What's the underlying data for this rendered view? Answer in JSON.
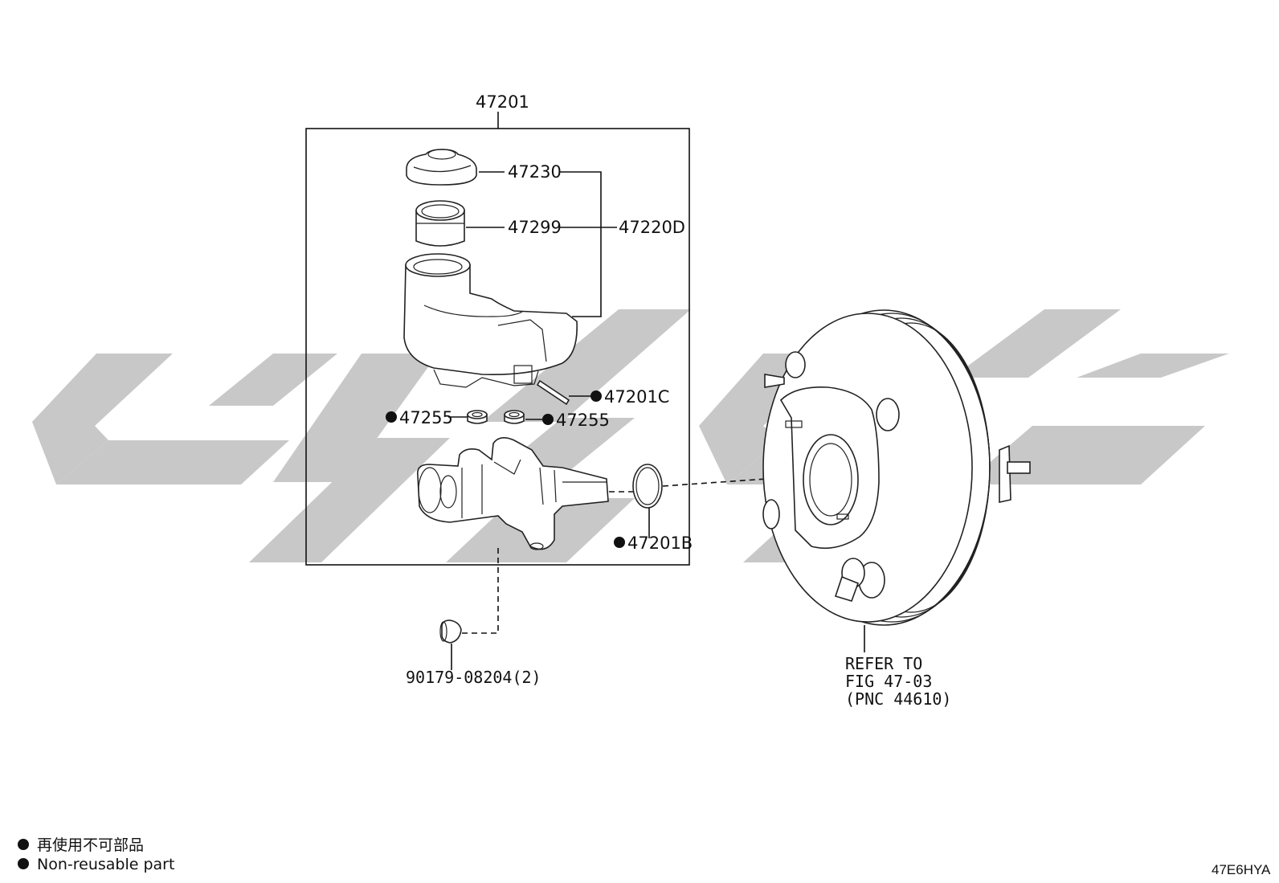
{
  "diagram": {
    "assembly_label": "47201",
    "parts": {
      "cap": "47230",
      "strainer": "47299",
      "reservoir_set": "47220D",
      "pin": "47201C",
      "grommet_left": "47255",
      "grommet_right": "47255",
      "o_ring": "47201B",
      "nut": "90179-08204(2)"
    },
    "reference": {
      "line1": "REFER TO",
      "line2": "FIG 47-03",
      "line3": "(PNC 44610)"
    }
  },
  "legend": {
    "line_cn": "再使用不可部品",
    "line_en": "Non-reusable part"
  },
  "figure_code": "47E6HYA",
  "colors": {
    "watermark": "#c8c8c8",
    "ink": "#111111"
  }
}
